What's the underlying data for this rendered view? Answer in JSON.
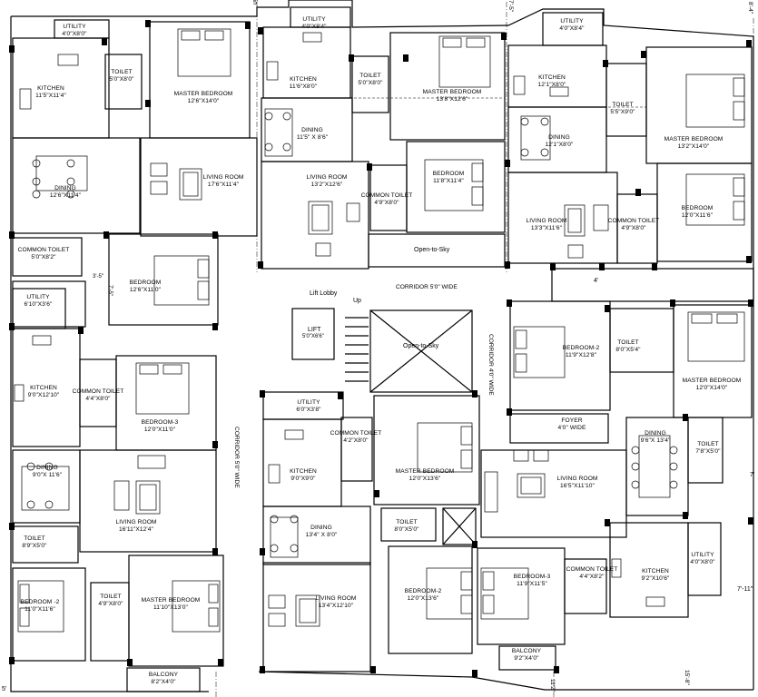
{
  "rooms": [
    {
      "id": "u1-utility",
      "name": "UTILITY",
      "dim": "4'0\"X8'0\""
    },
    {
      "id": "u1-kitchen",
      "name": "KITCHEN",
      "dim": "11'5\"X11'4\""
    },
    {
      "id": "u1-toilet",
      "name": "TOILET",
      "dim": "5'0\"X8'0\""
    },
    {
      "id": "u1-master-bedroom",
      "name": "MASTER BEDROOM",
      "dim": "12'6\"X14'0\""
    },
    {
      "id": "u1-dining",
      "name": "DINING",
      "dim": "12'6\"X11'4\""
    },
    {
      "id": "u1-living-room",
      "name": "LIVING ROOM",
      "dim": "17'6\"X11'4\""
    },
    {
      "id": "u1-common-toilet",
      "name": "COMMON TOILET",
      "dim": "5'0\"X8'2\""
    },
    {
      "id": "u1-bedroom",
      "name": "BEDROOM",
      "dim": "12'6\"X11'0\""
    },
    {
      "id": "u2-utility",
      "name": "UTILITY",
      "dim": "4'0\"X8'4\""
    },
    {
      "id": "u2-kitchen",
      "name": "KITCHEN",
      "dim": "11'6\"X8'0\""
    },
    {
      "id": "u2-toilet",
      "name": "TOILET",
      "dim": "5'0\"X8'0\""
    },
    {
      "id": "u2-master-bedroom",
      "name": "MASTER BEDROOM",
      "dim": "13'8\"X12'6\""
    },
    {
      "id": "u2-dining",
      "name": "DINING",
      "dim": "11'5\" X 8'6\""
    },
    {
      "id": "u2-living-room",
      "name": "LIVING ROOM",
      "dim": "13'2\"X12'6\""
    },
    {
      "id": "u2-common-toilet",
      "name": "COMMON TOILET",
      "dim": "4'9\"X8'0\""
    },
    {
      "id": "u2-bedroom",
      "name": "BEDROOM",
      "dim": "11'8\"X11'4\""
    },
    {
      "id": "u3-utility",
      "name": "UTILITY",
      "dim": "4'0\"X8'4\""
    },
    {
      "id": "u3-kitchen",
      "name": "KITCHEN",
      "dim": "12'1\"X8'0\""
    },
    {
      "id": "u3-dining",
      "name": "DINING",
      "dim": "12'1\"X8'0\""
    },
    {
      "id": "u3-toilet",
      "name": "TOILET",
      "dim": "5'5\"X9'0\""
    },
    {
      "id": "u3-master-bedroom",
      "name": "MASTER BEDROOM",
      "dim": "13'2\"X14'0\""
    },
    {
      "id": "u3-living-room",
      "name": "LIVING ROOM",
      "dim": "13'3\"X11'6\""
    },
    {
      "id": "u3-common-toilet",
      "name": "COMMON TOILET",
      "dim": "4'9\"X8'0\""
    },
    {
      "id": "u3-bedroom",
      "name": "BEDROOM",
      "dim": "12'0\"X11'6\""
    },
    {
      "id": "u4-utility",
      "name": "UTILITY",
      "dim": "6'10\"X3'6\""
    },
    {
      "id": "u4-kitchen",
      "name": "KITCHEN",
      "dim": "9'0\"X12'10\""
    },
    {
      "id": "u4-common-toilet",
      "name": "COMMON TOILET",
      "dim": "4'4\"X8'0\""
    },
    {
      "id": "u4-bedroom-3",
      "name": "BEDROOM-3",
      "dim": "12'0\"X11'0\""
    },
    {
      "id": "u4-dining",
      "name": "DINING",
      "dim": "9'0\"X 11'6\""
    },
    {
      "id": "u4-living-room",
      "name": "LIVING ROOM",
      "dim": "16'11\"X12'4\""
    },
    {
      "id": "u4-toilet",
      "name": "TOILET",
      "dim": "8'9\"X5'0\""
    },
    {
      "id": "u4-bedroom-2",
      "name": "BEDROOM -2",
      "dim": "11'0\"X11'6\""
    },
    {
      "id": "u4-toilet-2",
      "name": "TOILET",
      "dim": "4'9\"X8'0\""
    },
    {
      "id": "u4-master-bedroom",
      "name": "MASTER BEDROOM",
      "dim": "11'10\"X13'0\""
    },
    {
      "id": "u4-balcony",
      "name": "BALCONY",
      "dim": "8'2\"X4'0\""
    },
    {
      "id": "u5-utility",
      "name": "UTILITY",
      "dim": "6'0\"X3'8\""
    },
    {
      "id": "u5-common-toilet",
      "name": "COMMON TOILET",
      "dim": "4'2\"X8'0\""
    },
    {
      "id": "u5-kitchen",
      "name": "KITCHEN",
      "dim": "9'0\"X9'0\""
    },
    {
      "id": "u5-master-bedroom",
      "name": "MASTER BEDROOM",
      "dim": "12'0\"X13'6\""
    },
    {
      "id": "u5-dining",
      "name": "DINING",
      "dim": "13'4\" X 8'0\""
    },
    {
      "id": "u5-toilet",
      "name": "TOILET",
      "dim": "8'0\"X5'0\""
    },
    {
      "id": "u5-living-room",
      "name": "LIVING ROOM",
      "dim": "13'4\"X12'10\""
    },
    {
      "id": "u5-bedroom-2",
      "name": "BEDROOM-2",
      "dim": "12'0\"X13'6\""
    },
    {
      "id": "u6-bedroom-2",
      "name": "BEDROOM-2",
      "dim": "11'9\"X12'8\""
    },
    {
      "id": "u6-toilet",
      "name": "TOILET",
      "dim": "8'0\"X5'4\""
    },
    {
      "id": "u6-master-bedroom",
      "name": "MASTER BEDROOM",
      "dim": "12'0\"X14'0\""
    },
    {
      "id": "u6-foyer",
      "name": "FOYER",
      "dim": "4'0\" WIDE"
    },
    {
      "id": "u6-dining",
      "name": "DINING",
      "dim": "9'6\"X 13'4\""
    },
    {
      "id": "u6-toilet-2",
      "name": "TOILET",
      "dim": "7'8\"X5'0\""
    },
    {
      "id": "u6-living-room",
      "name": "LIVING ROOM",
      "dim": "16'5\"X11'10\""
    },
    {
      "id": "u6-bedroom-3",
      "name": "BEDROOM-3",
      "dim": "11'9\"X11'5\""
    },
    {
      "id": "u6-common-toilet",
      "name": "COMMON TOILET",
      "dim": "4'4\"X8'2\""
    },
    {
      "id": "u6-kitchen",
      "name": "KITCHEN",
      "dim": "9'2\"X10'6\""
    },
    {
      "id": "u6-utility",
      "name": "UTILITY",
      "dim": "4'0\"X8'0\""
    },
    {
      "id": "u6-balcony",
      "name": "BALCONY",
      "dim": "9'2\"X4'0\""
    }
  ],
  "core": {
    "lift_lobby": "Lift Lobby",
    "lift": "LIFT",
    "lift_dim": "5'0\"X6'6\"",
    "up": "Up",
    "open_to_sky_1": "Open-to-Sky",
    "open_to_sky_2": "Open-to-Sky",
    "corridor_top": "CORRIDOR 5'0\" WIDE",
    "corridor_left": "CORRIDOR 5'0\" WIDE",
    "corridor_right": "CORRIDOR 4'0\" WIDE"
  },
  "edge_marks": {
    "top_left": "5'",
    "top_mid": "7'-5\"",
    "top_right": "8'-4\"",
    "right_upper": "4'",
    "right_mid": "7'",
    "right_lower": "7'-11\"",
    "bottom_left": "5'",
    "bottom_mid": "11'2\"",
    "bottom_right": "15'-8\"",
    "stair_mark_1": "3'-5\"",
    "stair_mark_2": "7'-5\""
  }
}
